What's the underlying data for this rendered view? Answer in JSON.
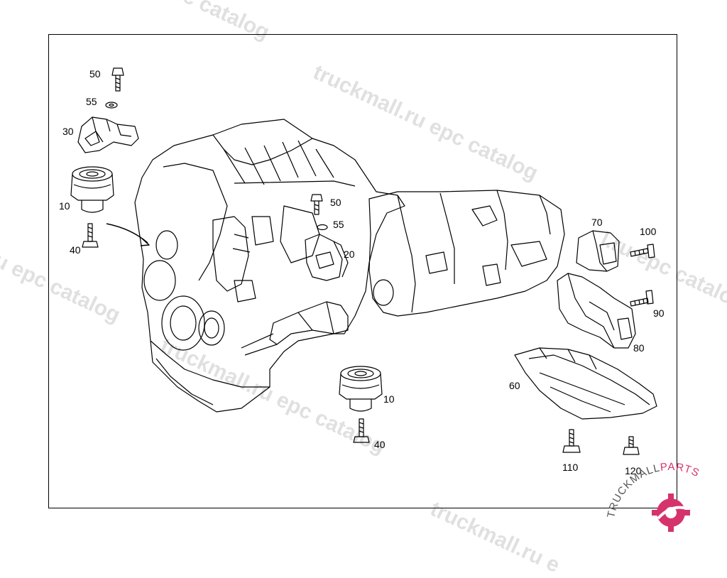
{
  "watermark": {
    "text_a": "truckmall.ru epc catalog",
    "text_b": "uc catalog",
    "text_c": "l.ru epc catalog",
    "text_d": "ru epc catalog",
    "text_e": "truckmall.ru epc catalog",
    "text_f": "truckmall.ru e"
  },
  "callouts": {
    "p50_top": "50",
    "p55_top": "55",
    "p30": "30",
    "p10_left": "10",
    "p40_left": "40",
    "p50_mid": "50",
    "p55_mid": "55",
    "p20": "20",
    "p70": "70",
    "p100": "100",
    "p90": "90",
    "p80": "80",
    "p60": "60",
    "p10_mid": "10",
    "p40_mid": "40",
    "p110": "110",
    "p120": "120"
  },
  "logo": {
    "text_truckmall": "TRUCKMALL",
    "text_parts": "PARTS",
    "colors": {
      "dark": "#555555",
      "accent": "#d6336c"
    }
  }
}
